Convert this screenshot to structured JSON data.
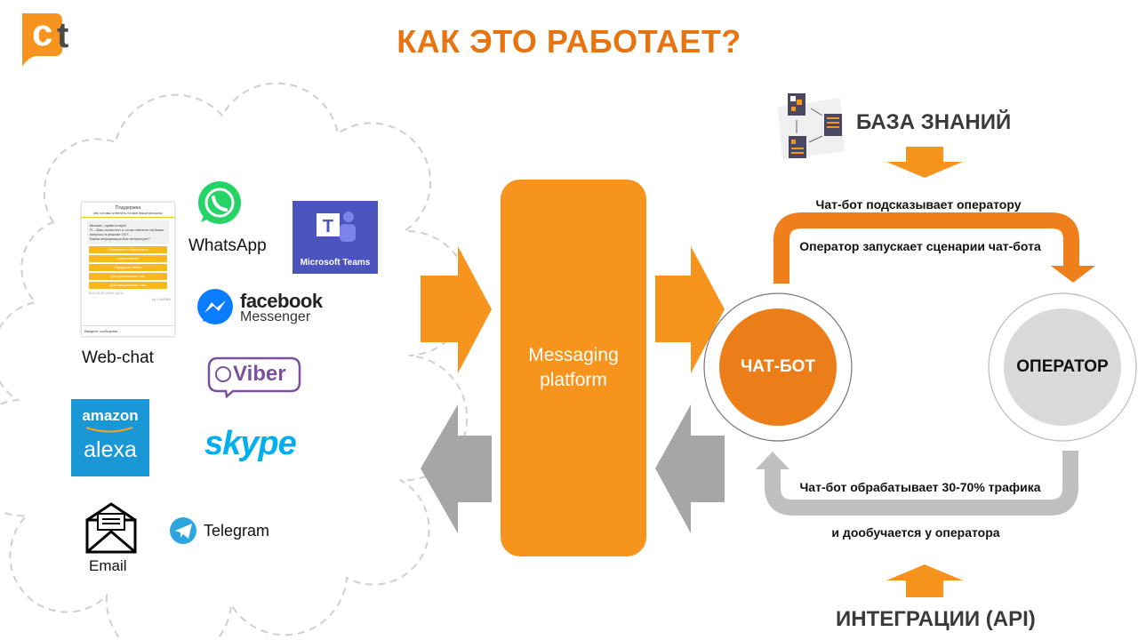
{
  "logo": {
    "text_c": "c",
    "text_t": "t"
  },
  "title": "КАК ЭТО РАБОТАЕТ?",
  "channels": {
    "webchat": {
      "label": "Web-chat",
      "header_title": "Поддержка",
      "header_sub": "Мы готовы ответить на все ваши вопросы",
      "greeting": "Михаил, приветствую!",
      "intro": "Я – Ваш ассистент и готов ответить на Ваши вопросы в режиме 24/7.",
      "question": "Какая информация Вас интересует?",
      "buttons": [
        "Отделения и банкоматы",
        "Курсы валют",
        "Продукты банка",
        "Для физических лиц",
        "Для юридических лиц"
      ],
      "timestamp": "Бот 12.05.2019 13:01",
      "brand": "by CraftTalk",
      "input_placeholder": "Введите сообщение..."
    },
    "whatsapp": "WhatsApp",
    "teams": "Microsoft Teams",
    "facebook": {
      "line1": "facebook",
      "line2": "Messenger"
    },
    "viber": "Viber",
    "alexa": {
      "line1": "amazon",
      "line2": "alexa"
    },
    "skype": "skype",
    "email": "Email",
    "telegram": "Telegram"
  },
  "platform": {
    "line1": "Messaging",
    "line2": "platform"
  },
  "knowledge_base": "БАЗА ЗНАНИЙ",
  "integrations": "ИНТЕГРАЦИИ (API)",
  "chatbot": "ЧАТ-БОТ",
  "operator": "ОПЕРАТОР",
  "flows": {
    "top_outer": "Чат-бот подсказывает оператору",
    "top_inner": "Оператор запускает сценарии чат-бота",
    "bottom_inner": "Чат-бот обрабатывает 30-70% трафика",
    "bottom_outer": "и дообучается у оператора"
  },
  "colors": {
    "orange": "#F7941D",
    "title": "#E8740F",
    "gray_arrow": "#A6A6A6",
    "loop_gray": "#BFBFBF"
  }
}
